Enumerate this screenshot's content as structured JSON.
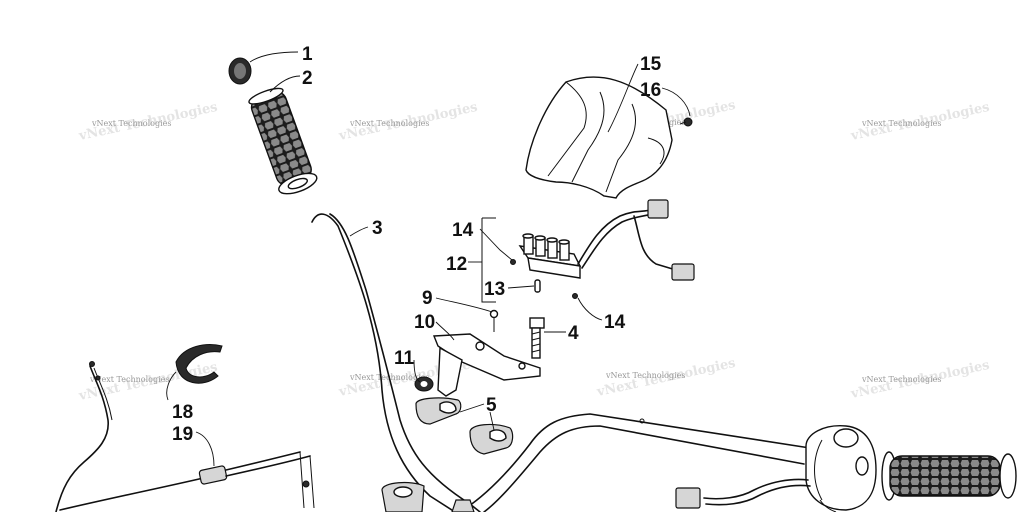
{
  "diagram": {
    "watermark_text": "vNext Technologies",
    "callouts": [
      "1",
      "2",
      "3",
      "4",
      "5",
      "9",
      "10",
      "11",
      "12",
      "13",
      "14",
      "14",
      "15",
      "16",
      "18",
      "19"
    ]
  }
}
